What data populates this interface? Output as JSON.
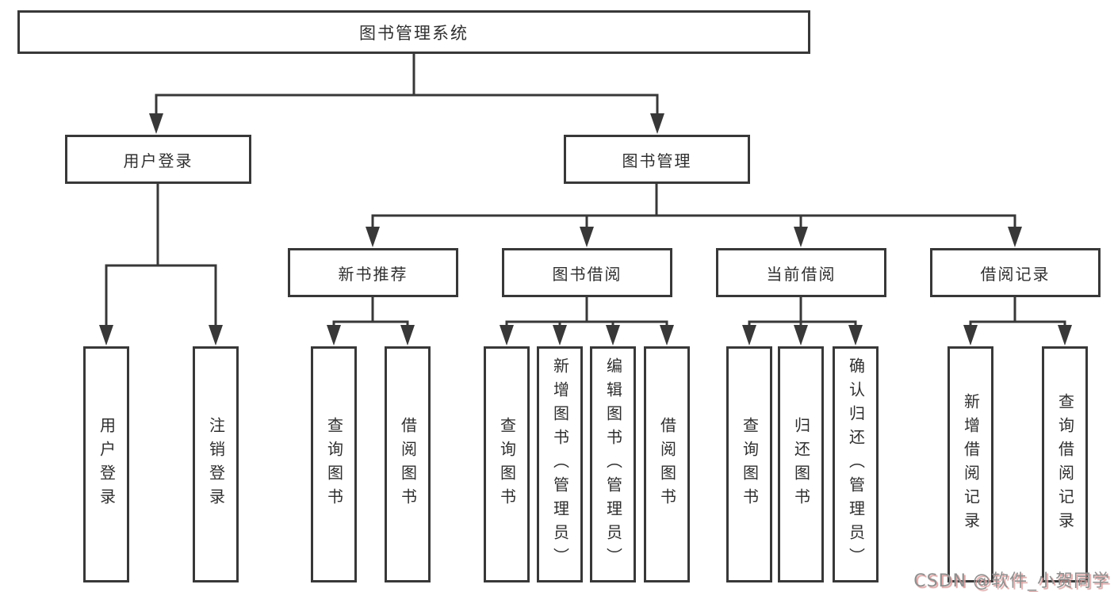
{
  "diagram": {
    "root": {
      "label": "图书管理系统"
    },
    "branches": [
      {
        "label": "用户登录",
        "children": [
          {
            "label": "用户登录"
          },
          {
            "label": "注销登录"
          }
        ]
      },
      {
        "label": "图书管理",
        "children": [
          {
            "label": "新书推荐",
            "children": [
              {
                "label": "查询图书"
              },
              {
                "label": "借阅图书"
              }
            ]
          },
          {
            "label": "图书借阅",
            "children": [
              {
                "label": "查询图书"
              },
              {
                "label": "新增图书（管理员）"
              },
              {
                "label": "编辑图书（管理员）"
              },
              {
                "label": "借阅图书"
              }
            ]
          },
          {
            "label": "当前借阅",
            "children": [
              {
                "label": "查询图书"
              },
              {
                "label": "归还图书"
              },
              {
                "label": "确认归还（管理员）"
              }
            ]
          },
          {
            "label": "借阅记录",
            "children": [
              {
                "label": "新增借阅记录"
              },
              {
                "label": "查询借阅记录"
              }
            ]
          }
        ]
      }
    ]
  },
  "watermark": {
    "text": "CSDN @软件_小贺同学"
  },
  "colors": {
    "line": "#383838",
    "text": "#2f2f2f",
    "background": "#ffffff",
    "watermark": "#8f8f8f",
    "watermark_shadow": "#dca2a2"
  }
}
